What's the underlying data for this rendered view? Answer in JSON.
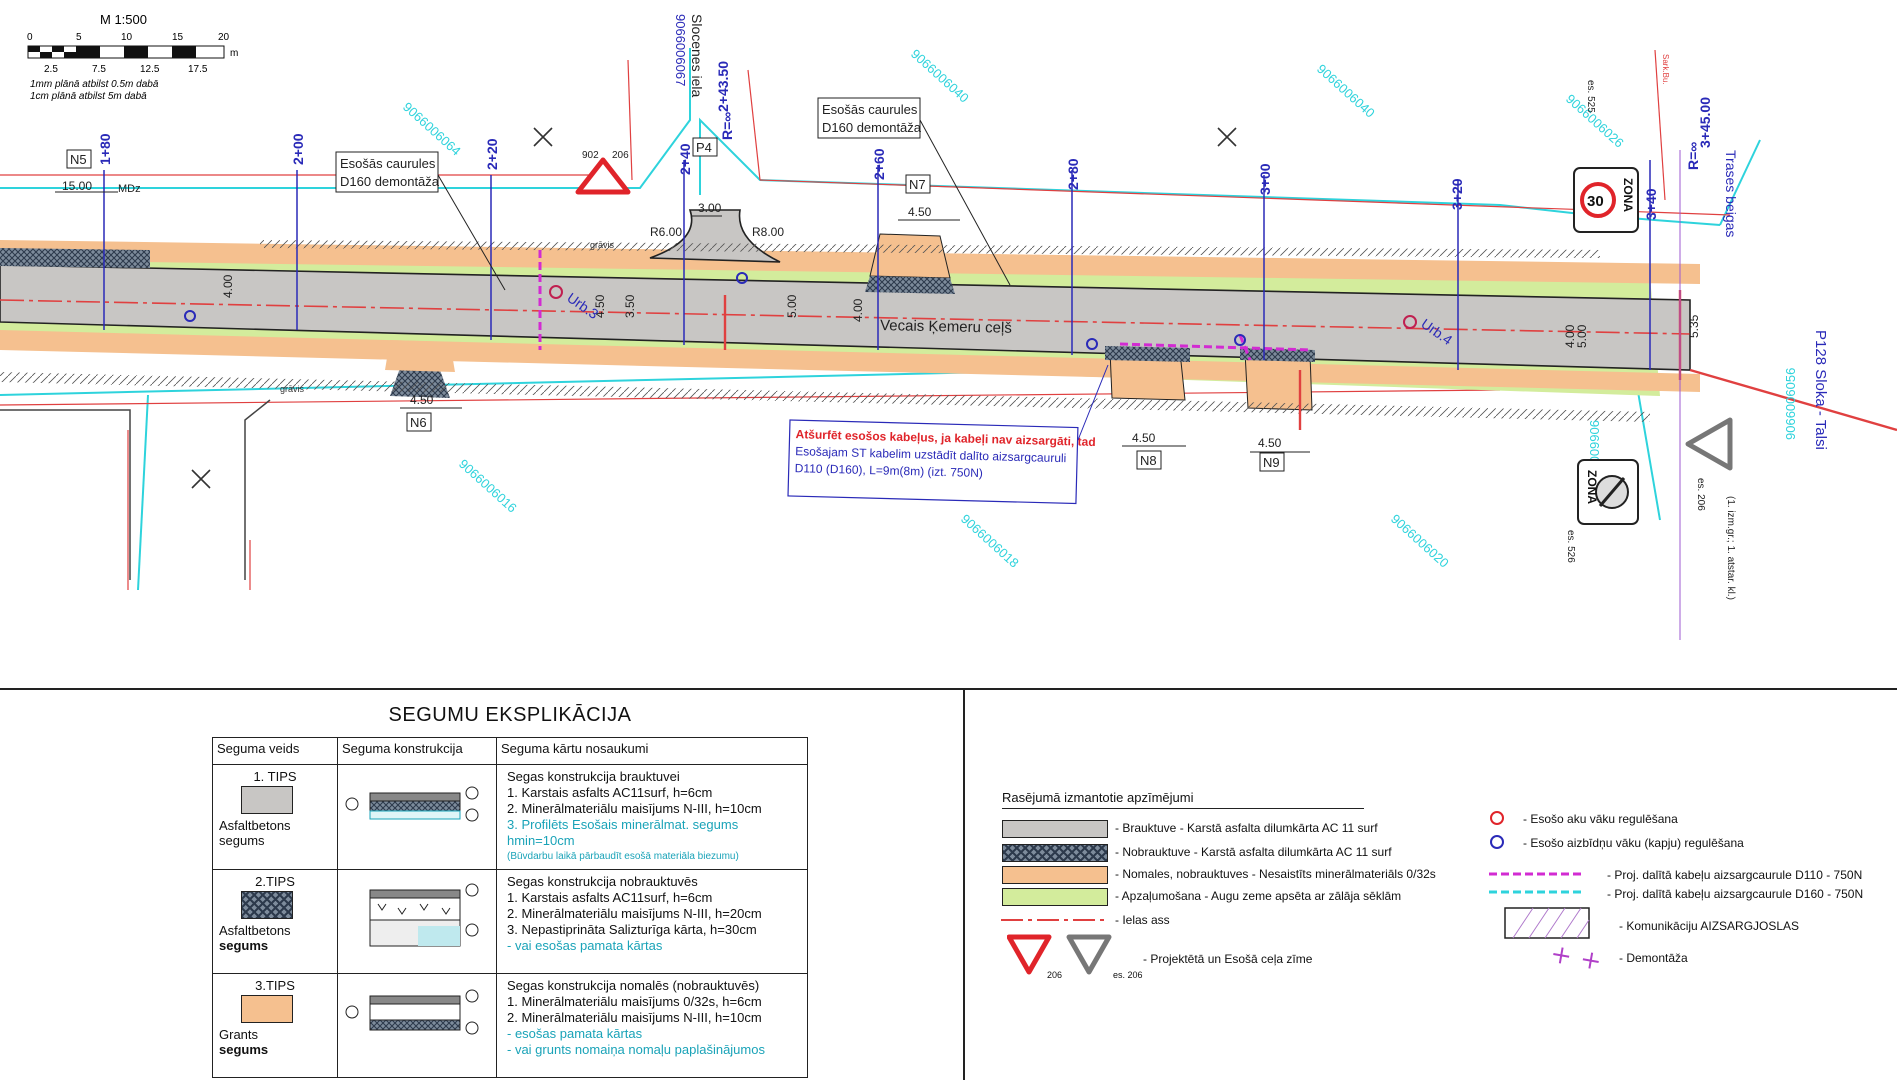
{
  "scale": {
    "title": "M 1:500",
    "ticks_top": [
      "0",
      "5",
      "10",
      "15",
      "20"
    ],
    "unit": "m",
    "ticks_bottom": [
      "2.5",
      "7.5",
      "12.5",
      "17.5"
    ],
    "note1": "1mm plānā atbilst 0.5m dabā",
    "note2": "1cm plānā atbilst 5m dabā"
  },
  "plan": {
    "road_name": "Vecais Ķemeru ceļš",
    "side_street": "Slocenes iela",
    "side_street_id": "9066006067",
    "main_road": "P128 Sloka - Talsi",
    "trase_end": "Trases beigas",
    "stations": [
      "1+80",
      "2+00",
      "2+20",
      "2+40",
      "2+43.50",
      "2+60",
      "2+80",
      "3+00",
      "3+20",
      "3+40",
      "3+45.00"
    ],
    "r_marks": [
      "R=∞",
      "R=∞"
    ],
    "nodes": [
      "N5",
      "N6",
      "N7",
      "N8",
      "N9",
      "P4"
    ],
    "callout1": [
      "Esošās caurules",
      "D160 demontāža"
    ],
    "callout2": [
      "Esošās caurules",
      "D160 demontāža"
    ],
    "warning_line1": "Atšurfēt esošos kabeļus, ja kabeļi nav aizsargāti, tad",
    "warning_line2": "Esošajam ST kabelim uzstādīt dalīto aizsargcauruli",
    "warning_line3": "D110 (D160), L=9m(8m) (izt. 750N)",
    "parcels": [
      "9066006064",
      "9066006040",
      "9066006040",
      "9066006016",
      "9066006018",
      "9066006020",
      "9066006026",
      "9066006030",
      "9066006056"
    ],
    "dims": [
      "15.00",
      "3.00",
      "4.50",
      "4.50",
      "4.50",
      "4.50",
      "4.00",
      "3.50",
      "4.50",
      "5.00",
      "4.00",
      "5.00",
      "4.00",
      "5.35"
    ],
    "radius": [
      "R6.00",
      "R8.00"
    ],
    "urb": [
      "Urb.3",
      "Urb.4"
    ],
    "sign_codes": [
      "902",
      "206",
      "es. 206",
      "es. 525",
      "es. 526"
    ],
    "sign_note": "(1. izm.gr.; 1. atstar. kl.)",
    "speed_value": "30",
    "zona": "ZONA",
    "mdz": "MDz",
    "gravis": "grāvis",
    "sak": "Sark.Bu."
  },
  "segumu": {
    "title": "SEGUMU EKSPLIKĀCIJA",
    "headers": [
      "Seguma veids",
      "Seguma konstrukcija",
      "Seguma kārtu nosaukumi"
    ],
    "rows": [
      {
        "tips": "1. TIPS",
        "name1": "Asfaltbetons",
        "name2": "segums",
        "title": "Segas konstrukcija brauktuvei",
        "layers": [
          "1. Karstais asfalts AC11surf, h=6cm",
          "2. Minerālmateriālu maisījums N-III, h=10cm"
        ],
        "cyan": [
          "3. Profilēts Esošais minerālmat. segums hmin=10cm"
        ],
        "small": "(Būvdarbu laikā pārbaudīt esošā materiāla biezumu)"
      },
      {
        "tips": "2.TIPS",
        "name1": "Asfaltbetons",
        "name2": "segums",
        "title": "Segas konstrukcija nobrauktuvēs",
        "layers": [
          "1. Karstais asfalts AC11surf, h=6cm",
          "2. Minerālmateriālu maisījums N-III, h=20cm",
          "3. Nepastiprināta Salizturīga kārta, h=30cm"
        ],
        "cyan": [
          "- vai esošas pamata kārtas"
        ],
        "small": ""
      },
      {
        "tips": "3.TIPS",
        "name1": "Grants",
        "name2": "segums",
        "title": "Segas konstrukcija nomalēs (nobrauktuvēs)",
        "layers": [
          "1. Minerālmateriālu maisījums 0/32s, h=6cm",
          "2. Minerālmateriālu maisījums N-III, h=10cm"
        ],
        "cyan": [
          "- esošas pamata kārtas",
          "- vai grunts nomaiņa nomaļu paplašinājumos"
        ],
        "small": ""
      }
    ],
    "colors": {
      "gray": "#c8c6c4",
      "hatch": "#7d8b9b",
      "orange": "#f5c08f",
      "green": "#d3ec9c",
      "cyan": "#1aa3b8"
    }
  },
  "legend": {
    "title": "Rasējumā izmantotie apzīmējumi",
    "items": [
      "- Brauktuve - Karstā asfalta dilumkārta AC 11 surf",
      "- Nobrauktuve - Karstā asfalta dilumkārta AC 11 surf",
      "- Nomales, nobrauktuves - Nesaistīts minerālmateriāls 0/32s",
      "- Apzaļumošana - Augu zeme apsēta ar zālāja sēklām",
      "- Ielas ass",
      "- Projektētā un Esošā ceļa zīme"
    ],
    "sign_labels": [
      "206",
      "es. 206"
    ],
    "right_items": [
      "- Esošo aku vāku regulēšana",
      "- Esošo aizbīdņu vāku (kapju) regulēšana",
      "- Proj. dalītā kabeļu aizsargcaurule D110 - 750N",
      "- Proj. dalītā kabeļu aizsargcaurule D160 - 750N",
      "- Komunikāciju AIZSARGJOSLAS",
      "- Demontāža"
    ]
  }
}
